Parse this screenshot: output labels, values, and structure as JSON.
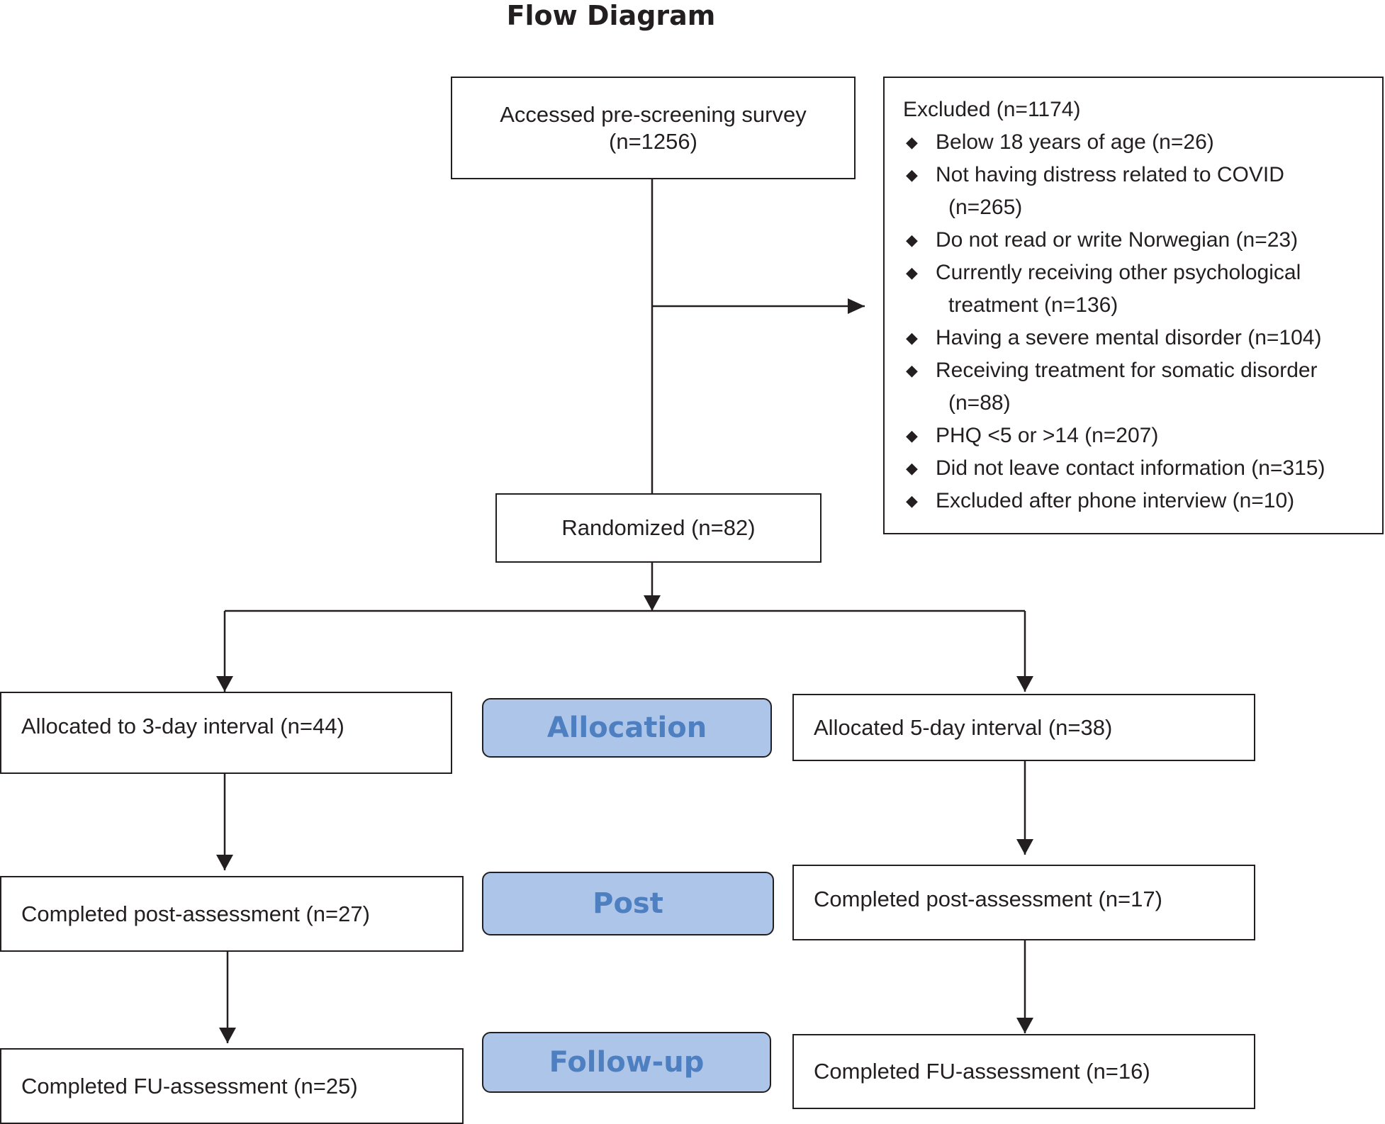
{
  "title": "Flow Diagram",
  "screening": {
    "line1": "Accessed pre-screening survey",
    "line2": "(n=1256)"
  },
  "excluded": {
    "heading": "Excluded (n=1174)",
    "items": [
      {
        "text": "Below 18 years of age (n=26)",
        "cont": ""
      },
      {
        "text": "Not having distress related to COVID",
        "cont": "(n=265)"
      },
      {
        "text": "Do not read or write Norwegian (n=23)",
        "cont": ""
      },
      {
        "text": "Currently receiving other psychological",
        "cont": "treatment (n=136)"
      },
      {
        "text": "Having a severe mental disorder (n=104)",
        "cont": ""
      },
      {
        "text": "Receiving treatment for somatic disorder",
        "cont": "(n=88)"
      },
      {
        "text": "PHQ <5 or >14 (n=207)",
        "cont": ""
      },
      {
        "text": "Did not leave contact information (n=315)",
        "cont": ""
      },
      {
        "text": "Excluded after phone interview (n=10)",
        "cont": ""
      }
    ],
    "bullet": "◆"
  },
  "randomized": "Randomized (n=82)",
  "stages": {
    "allocation": "Allocation",
    "post": "Post",
    "followup": "Follow-up"
  },
  "left_arm": {
    "allocated": "Allocated to 3-day interval (n=44)",
    "post": "Completed post-assessment (n=27)",
    "fu": "Completed FU-assessment (n=25)"
  },
  "right_arm": {
    "allocated": "Allocated 5-day interval (n=38)",
    "post": "Completed post-assessment (n=17)",
    "fu": "Completed FU-assessment (n=16)"
  },
  "colors": {
    "stage_fill": "#adc5e8",
    "stage_text": "#4d7fc1",
    "line": "#231f20"
  }
}
